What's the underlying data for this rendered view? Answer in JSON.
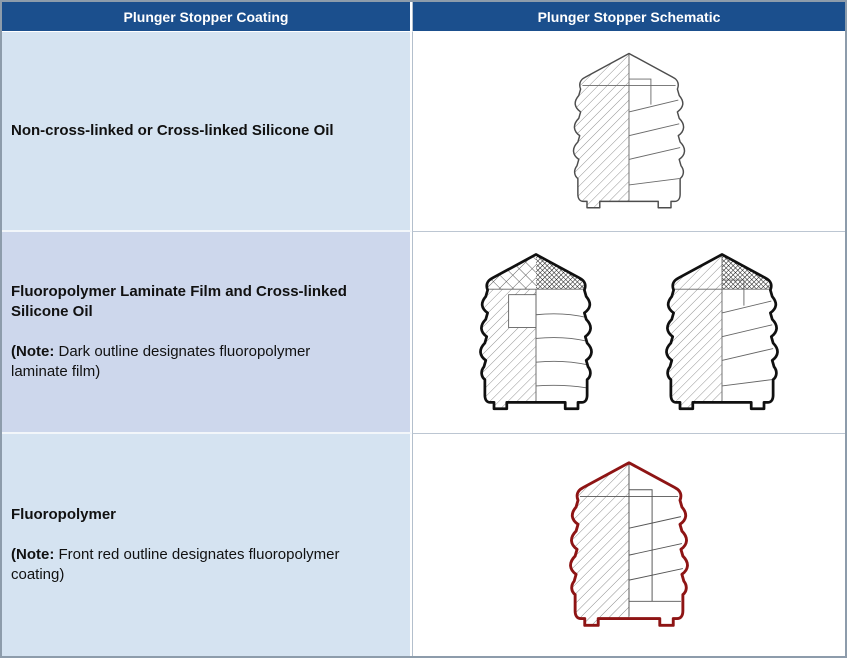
{
  "table": {
    "headers": {
      "coating": "Plunger Stopper Coating",
      "schematic": "Plunger Stopper Schematic"
    },
    "rows": [
      {
        "title": "Non-cross-linked or Cross-linked Silicone Oil",
        "schematics": [
          "silicone-oil-stopper-schematic"
        ]
      },
      {
        "title": "Fluoropolymer Laminate Film and Cross-linked Silicone Oil",
        "note_bold": "(Note:",
        "note_rest": " Dark outline designates fluoropolymer laminate film)",
        "schematics": [
          "laminate-film-stopper-schematic-left",
          "laminate-film-stopper-schematic-right"
        ]
      },
      {
        "title": "Fluoropolymer",
        "note_bold": "(Note:",
        "note_rest": " Front red outline designates fluoropolymer coating)",
        "schematics": [
          "fluoropolymer-coated-stopper-schematic"
        ]
      }
    ]
  },
  "colors": {
    "header_bg": "#1b4f8d",
    "header_text": "#ffffff",
    "row_bg": "#d5e3f1",
    "row_alt_bg": "#cdd7ec",
    "outer_border": "#8d9cab",
    "schematic_line": "#4d4d4d",
    "laminate_outline": "#101010",
    "fluoropolymer_outline": "#8e1414"
  }
}
